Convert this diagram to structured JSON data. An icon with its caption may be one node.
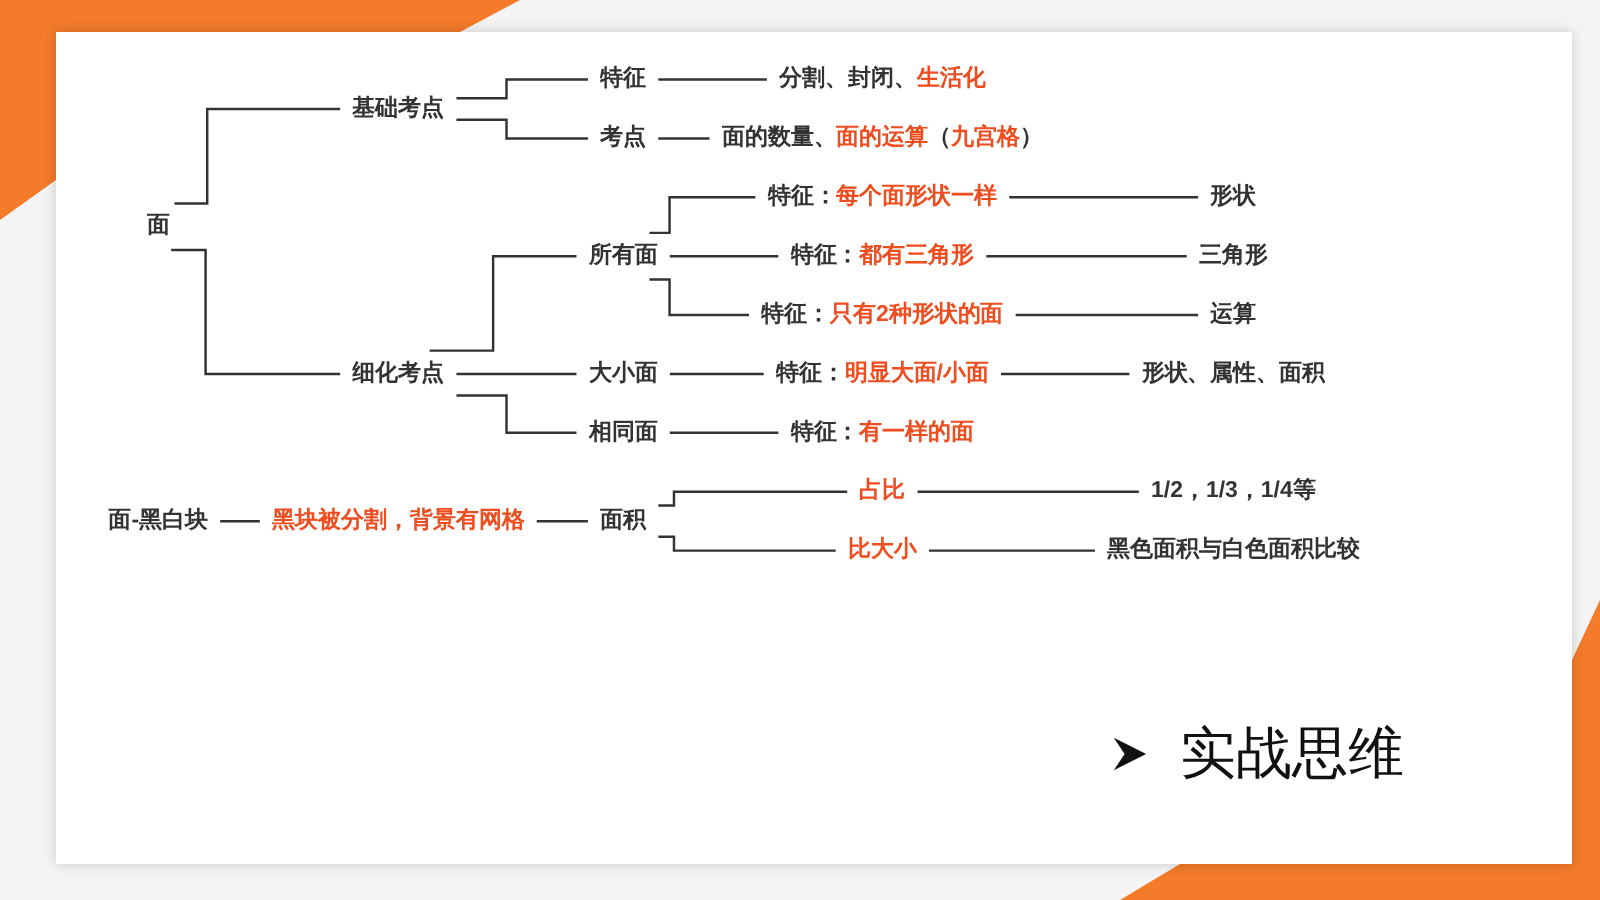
{
  "diagram": {
    "nodes": [
      {
        "text": [
          "面"
        ]
      },
      {
        "text": [
          "基础考点"
        ]
      },
      {
        "text": [
          "特征"
        ]
      },
      {
        "text": [
          "分割、封闭、**生活化**"
        ]
      },
      {
        "text": [
          "考点"
        ]
      },
      {
        "text": [
          "面的数量、**面的运算**（**九宫格**）"
        ]
      },
      {
        "text": [
          "细化考点"
        ]
      },
      {
        "text": [
          "所有面"
        ]
      },
      {
        "text": [
          "特征：**每个面形状一样**"
        ]
      },
      {
        "text": [
          "形状"
        ]
      },
      {
        "text": [
          "特征：**都有三角形**"
        ]
      },
      {
        "text": [
          "三角形"
        ]
      },
      {
        "text": [
          "特征：**只有2种形状的面**"
        ]
      },
      {
        "text": [
          "运算"
        ]
      },
      {
        "text": [
          "大小面"
        ]
      },
      {
        "text": [
          "特征：**明显大面/小面**"
        ]
      },
      {
        "text": [
          "形状、属性、面积"
        ]
      },
      {
        "text": [
          "相同面"
        ]
      },
      {
        "text": [
          "特征：**有一样的面**"
        ]
      },
      {
        "text": [
          "面-黑白块"
        ]
      },
      {
        "text": [
          "黑块被分割，背景有网格"
        ]
      },
      {
        "text": [
          "面积"
        ]
      },
      {
        "text": [
          "占比"
        ]
      },
      {
        "text": [
          "1/2，1/3，1/4等"
        ]
      },
      {
        "text": [
          "比大小"
        ]
      },
      {
        "text": [
          "黑色面积与白色面积比较"
        ]
      }
    ],
    "edges": [
      {
        "from": 0,
        "to": 1,
        "arrow": "none"
      },
      {
        "from": 1,
        "to": 2,
        "arrow": "none"
      },
      {
        "from": 2,
        "to": 3,
        "arrow": "none"
      },
      {
        "from": 1,
        "to": 4,
        "arrow": "none"
      },
      {
        "from": 4,
        "to": 5,
        "arrow": "none"
      },
      {
        "from": 0,
        "to": 6,
        "arrow": "none"
      },
      {
        "from": 6,
        "to": 7,
        "arrow": "none"
      },
      {
        "from": 7,
        "to": 8,
        "arrow": "none"
      },
      {
        "from": 8,
        "to": 9,
        "arrow": "none"
      },
      {
        "from": 7,
        "to": 10,
        "arrow": "none"
      },
      {
        "from": 10,
        "to": 11,
        "arrow": "none"
      },
      {
        "from": 7,
        "to": 12,
        "arrow": "none"
      },
      {
        "from": 12,
        "to": 13,
        "arrow": "none"
      },
      {
        "from": 6,
        "to": 14,
        "arrow": "none"
      },
      {
        "from": 14,
        "to": 15,
        "arrow": "none"
      },
      {
        "from": 15,
        "to": 16,
        "arrow": "none"
      },
      {
        "from": 6,
        "to": 17,
        "arrow": "none"
      },
      {
        "from": 17,
        "to": 18,
        "arrow": "none"
      },
      {
        "from": 19,
        "to": 20,
        "arrow": "none"
      },
      {
        "from": 20,
        "to": 21,
        "arrow": "none"
      },
      {
        "from": 21,
        "to": 22,
        "arrow": "none"
      },
      {
        "from": 22,
        "to": 23,
        "arrow": "none"
      },
      {
        "from": 21,
        "to": 24,
        "arrow": "none"
      },
      {
        "from": 24,
        "to": 25,
        "arrow": "none"
      }
    ],
    "labels": [
      "实战思维"
    ]
  }
}
